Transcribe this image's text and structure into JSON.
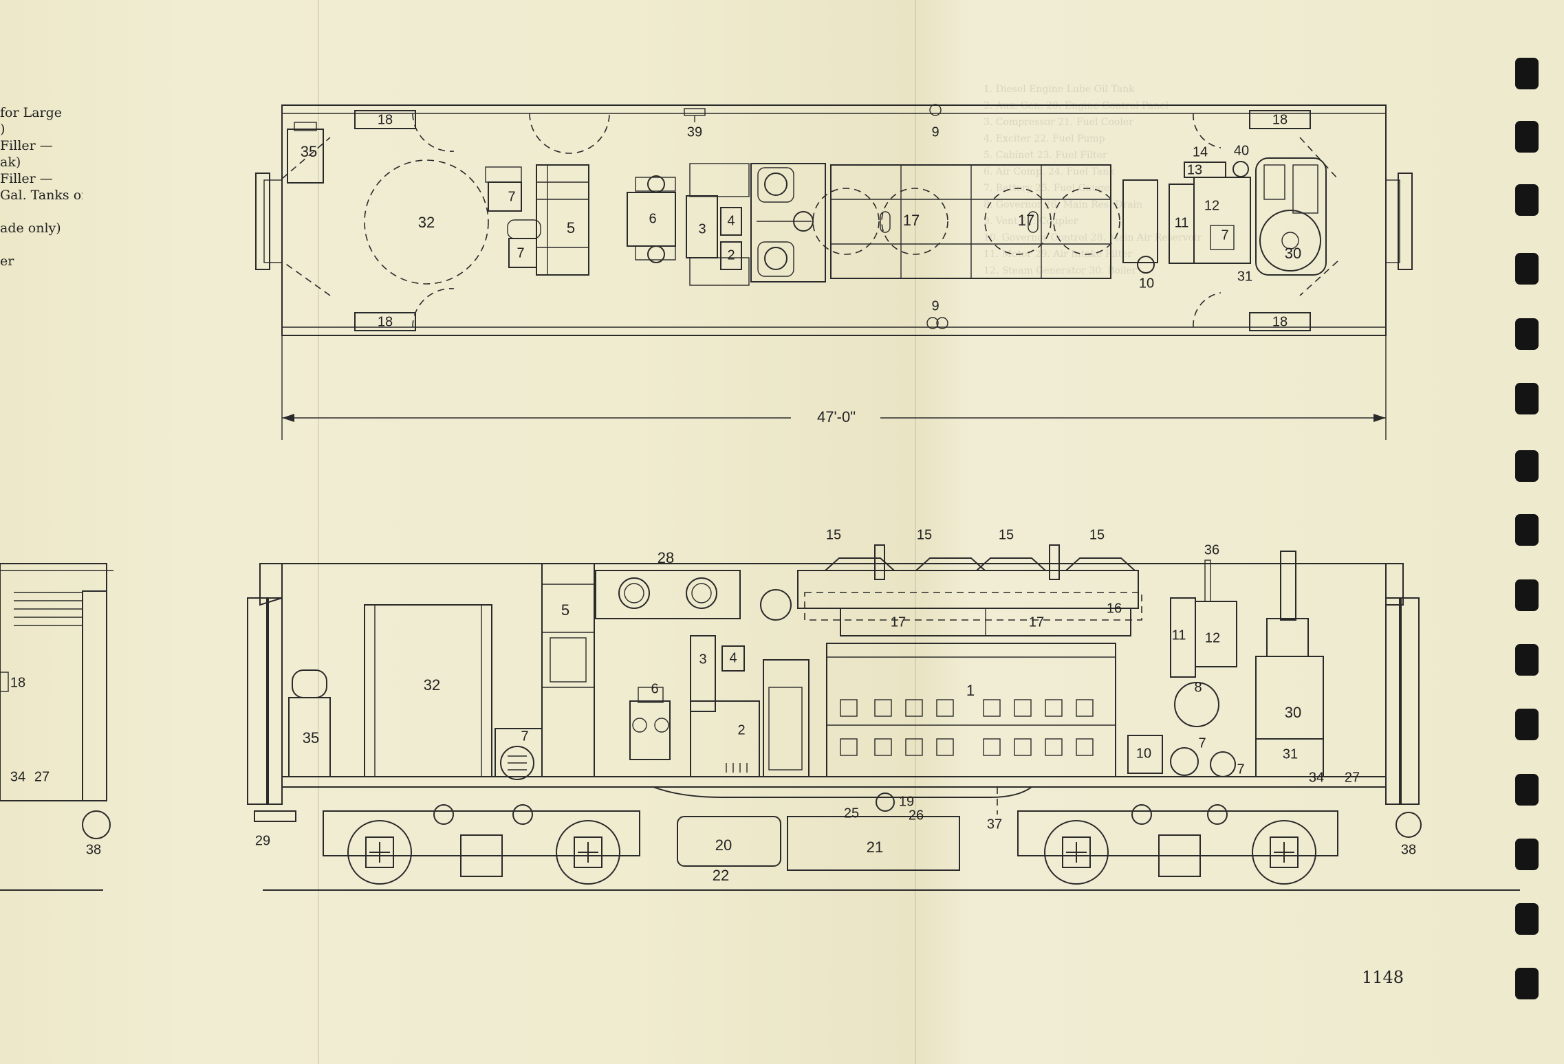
{
  "left_margin_text": [
    "for Large",
    ")",
    "Filler —",
    "ak)",
    "Filler —",
    "Gal. Tanks only)",
    "",
    "ade only)",
    "",
    "er"
  ],
  "dimension_label": "47'-0\"",
  "page_number": "1148",
  "plan_labels": {
    "heater": "35",
    "tank": "32",
    "battery_upper": "7",
    "battery_lower": "7",
    "cabinet": "5",
    "compressor": "6",
    "gen": "3",
    "exciter": "4",
    "aux": "2",
    "radiator_a": "17",
    "radiator_b": "17",
    "top_box_left": "18",
    "top_box_right": "18",
    "bottom_box_left": "18",
    "bottom_box_right": "18",
    "hatch": "39",
    "vent_top": "9",
    "vent_bottom": "9",
    "pump": "14",
    "gauge": "40",
    "filter": "13",
    "motor": "11",
    "steam_gen": "12",
    "water": "7",
    "governor": "10",
    "boiler": "30",
    "oil": "31"
  },
  "elevation_labels": {
    "fan1": "15",
    "fan2": "15",
    "fan3": "15",
    "fan4": "15",
    "stack": "36",
    "blower": "28",
    "cabinet": "5",
    "tank": "32",
    "heater": "35",
    "battery": "7",
    "compressor": "6",
    "gen": "3",
    "exciter": "4",
    "aux": "2",
    "radiator_a": "17",
    "radiator_b": "17",
    "dynamic_brake": "16",
    "engine": "1",
    "motor": "11",
    "steam_gen": "12",
    "governor_wheel": "8",
    "water": "7",
    "water2": "7",
    "gov": "10",
    "boiler": "30",
    "oil": "31",
    "sand_left": "34",
    "coupler_left": "27",
    "sand_right": "34",
    "coupler_right": "27",
    "fuel_gauge": "25",
    "fuel_valve": "19",
    "fuel_drain": "26",
    "water_tank": "20",
    "fuel_tank": "21",
    "underframe": "22",
    "jack": "37",
    "coupler_front": "29",
    "coupler_rear": "38",
    "adj_label_18": "18",
    "adj_label_34": "34",
    "adj_label_27": "27",
    "adj_label_38": "38"
  },
  "ghost_parts_list": [
    "1.  Diesel Engine Lube Oil Tank",
    "2.  Aux. Gen.        20. Engine Control Panel",
    "3.  Compressor       21. Fuel Cooler",
    "4.  Exciter          22. Fuel Pump",
    "5.  Cabinet          23. Fuel Filter",
    "6.  Air Comp.        24. Fuel Tank",
    "7.  Battery          25. Fuel Gauge",
    "8.  Governor         26. Main Res. Drain",
    "9.  Vent             27. Coupler",
    "10. Governor Control 28. Main Air Reservoir",
    "11. Motor            29. Air Intake Filter",
    "12. Steam Generator  30. Boiler"
  ]
}
